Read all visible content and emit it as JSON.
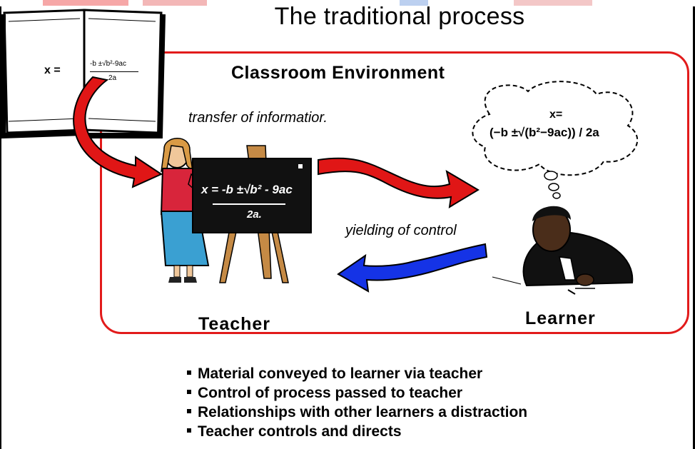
{
  "title": "The traditional process",
  "environment_label": "Classroom Environment",
  "flow_top_label": "transfer of informatior.",
  "flow_bottom_label": "yielding of control",
  "teacher_label": "Teacher",
  "learner_label": "Learner",
  "book_equation": "x =",
  "book_formula_top": "-b ±√b²-9ac",
  "book_formula_bottom": "2a",
  "board_equation_top": "x = -b ±√b² - 9ac",
  "board_equation_bottom": "2a.",
  "thought_line1": "x=",
  "thought_line2": "(−b ±√(b²−9ac)) / 2a",
  "bullets": [
    "Material conveyed to learner via teacher",
    "Control of process passed to teacher",
    "Relationships with other learners a distraction",
    "Teacher controls and directs"
  ],
  "colors": {
    "box_border": "#e21b1b",
    "arrow_red": "#e01616",
    "arrow_blue": "#1533e6",
    "board": "#111111"
  }
}
